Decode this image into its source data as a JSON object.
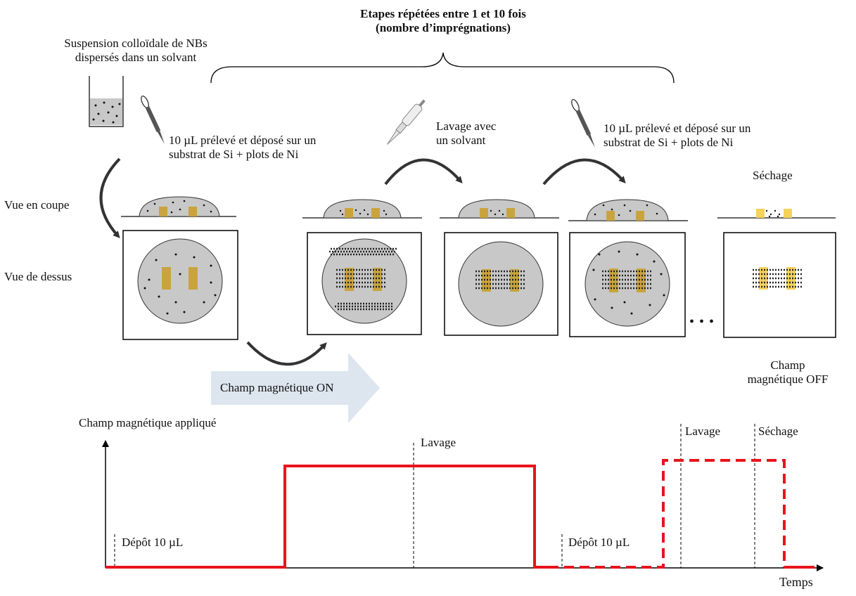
{
  "header": {
    "repeat_line1": "Etapes répétées entre 1 et 10 fois",
    "repeat_line2": "(nombre d’imprégnations)"
  },
  "vial": {
    "line1": "Suspension colloïdale de NBs",
    "line2": "dispersés dans un solvant"
  },
  "step_deposit_1": {
    "line1": "10 µL prélevé et déposé sur un",
    "line2": "substrat de Si + plots de Ni"
  },
  "step_wash": {
    "line1": "Lavage avec",
    "line2": "un solvant"
  },
  "step_deposit_2": {
    "line1": "10 µL prélevé et déposé sur un",
    "line2": "substrat de Si + plots de Ni"
  },
  "step_dry": "Séchage",
  "views": {
    "cross_section": "Vue en coupe",
    "top": "Vue de dessus"
  },
  "continuation": "• • •",
  "field_on": "Champ magnétique ON",
  "field_off": {
    "line1": "Champ",
    "line2": "magnétique OFF"
  },
  "timeline": {
    "y_label": "Champ magnétique appliqué",
    "x_label": "Temps",
    "events": {
      "deposit_1": "Dépôt 10 µL",
      "wash_1": "Lavage",
      "deposit_2": "Dépôt 10 µL",
      "wash_2": "Lavage",
      "dry": "Séchage"
    },
    "line_color": "#e8141c"
  },
  "colors": {
    "droplet": "#c8c8c8",
    "pad": "#c9a43e",
    "pad_dry": "#f5d25a",
    "arrow": "#333333",
    "field_arrow": "#dde6ef"
  }
}
